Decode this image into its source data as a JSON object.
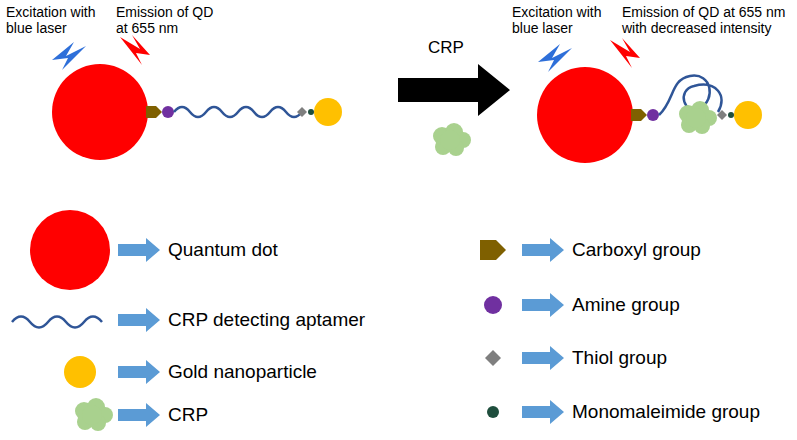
{
  "diagram": {
    "labels": [
      "Excitation with blue laser",
      "Emission of QD at 655 nm",
      "CRP",
      "Excitation with blue laser",
      "Emission of QD at 655 nm with decreased intensity"
    ],
    "legend": [
      {
        "text": "Quantum dot",
        "color": "#ff0000"
      },
      {
        "text": "CRP detecting aptamer"
      },
      {
        "text": "Gold nanoparticle",
        "color": "#ffc000"
      },
      {
        "text": "CRP"
      },
      {
        "text": "Carboxyl group"
      },
      {
        "text": "Amine group",
        "color": "#7030a0"
      },
      {
        "text": "Thiol group"
      },
      {
        "text": "Monomaleimide group",
        "color": "#1f4e3d"
      }
    ]
  }
}
